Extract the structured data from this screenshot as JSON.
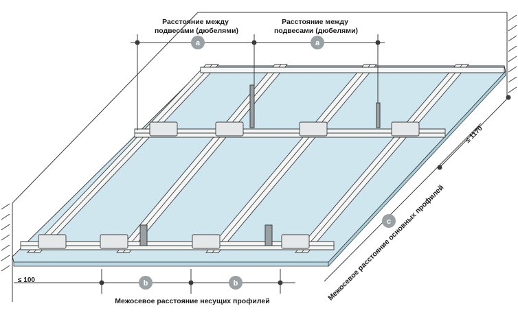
{
  "colors": {
    "board": "#cfe6ef",
    "profile": "#f4f6f6",
    "line": "#3a3a3a",
    "marker": "#9aa1a4"
  },
  "labels": {
    "hanger_spacing_1": [
      "Расстояние между",
      "подвесами (дюбелями)"
    ],
    "hanger_spacing_2": [
      "Расстояние между",
      "подвесами (дюбелями)"
    ],
    "carrying_spacing": "Межосевое расстояние несущих профилей",
    "main_spacing": "Межосевое расстояние основных профилей",
    "edge_offset": "≤ 100",
    "max_main_spacing": "≤ 1170"
  },
  "markers": {
    "a1": "a",
    "a2": "a",
    "b1": "b",
    "b2": "b",
    "c": "c"
  }
}
